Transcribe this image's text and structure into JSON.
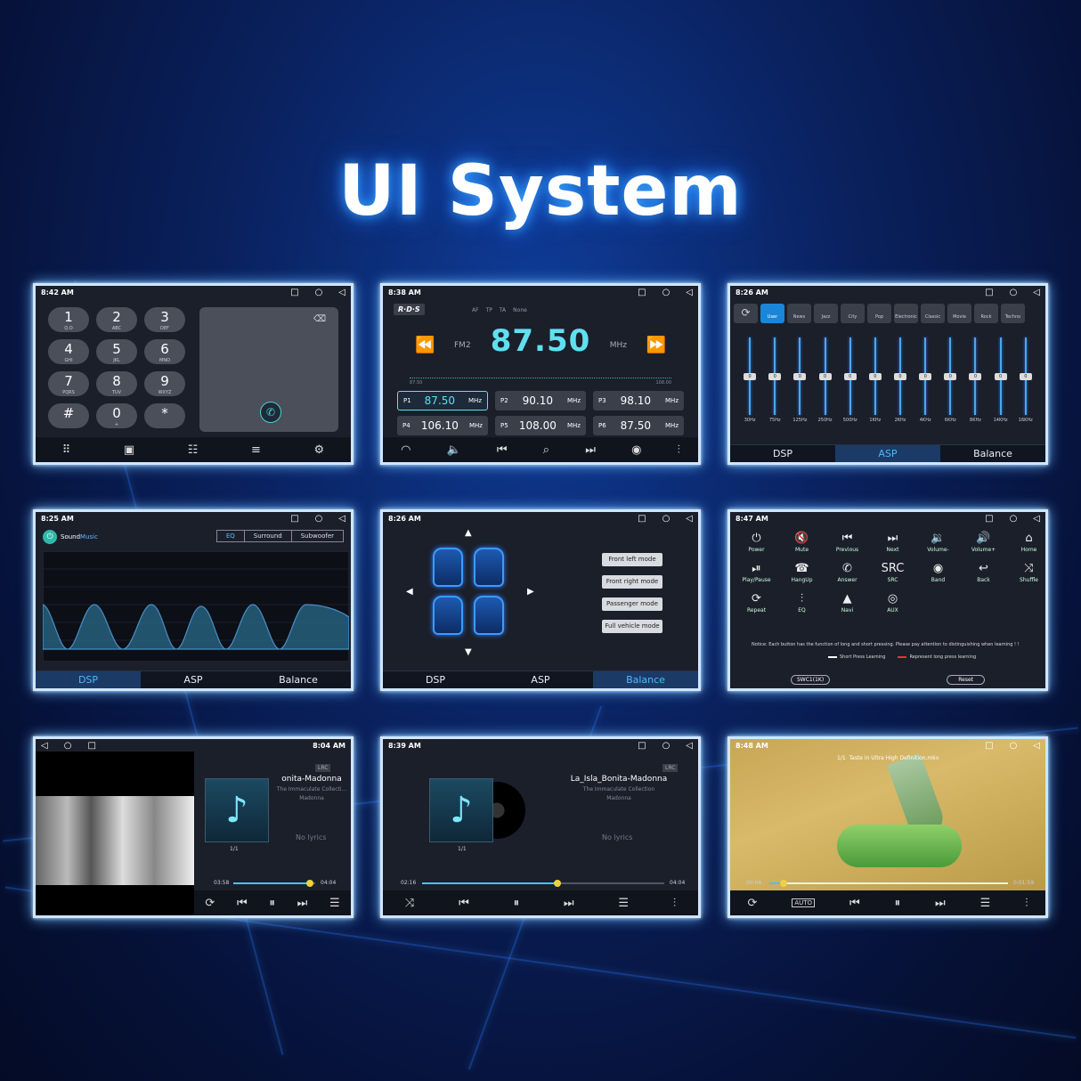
{
  "title": "UI System",
  "phone": {
    "time": "8:42 AM",
    "keys": [
      {
        "d": "1",
        "l": "Q.O"
      },
      {
        "d": "2",
        "l": "ABC"
      },
      {
        "d": "3",
        "l": "DEF"
      },
      {
        "d": "4",
        "l": "GHI"
      },
      {
        "d": "5",
        "l": "JKL"
      },
      {
        "d": "6",
        "l": "MNO"
      },
      {
        "d": "7",
        "l": "PQRS"
      },
      {
        "d": "8",
        "l": "TUV"
      },
      {
        "d": "9",
        "l": "WXYZ"
      },
      {
        "d": "#",
        "l": ""
      },
      {
        "d": "0",
        "l": "+"
      },
      {
        "d": "*",
        "l": ""
      }
    ]
  },
  "radio": {
    "time": "8:38 AM",
    "rds": "R·D·S",
    "flags": [
      "AF",
      "TP",
      "TA",
      "None"
    ],
    "band": "FM2",
    "freq": "87.50",
    "unit": "MHz",
    "dial_min": "87.50",
    "dial_max": "108.00",
    "presets": [
      {
        "p": "P1",
        "f": "87.50",
        "u": "MHz"
      },
      {
        "p": "P2",
        "f": "90.10",
        "u": "MHz"
      },
      {
        "p": "P3",
        "f": "98.10",
        "u": "MHz"
      },
      {
        "p": "P4",
        "f": "106.10",
        "u": "MHz"
      },
      {
        "p": "P5",
        "f": "108.00",
        "u": "MHz"
      },
      {
        "p": "P6",
        "f": "87.50",
        "u": "MHz"
      }
    ]
  },
  "eq": {
    "time": "8:26 AM",
    "presets": [
      "User",
      "News",
      "Jazz",
      "City",
      "Pop",
      "Electronic",
      "Classic",
      "Movie",
      "Rock",
      "Techno"
    ],
    "bands": [
      "30Hz",
      "75Hz",
      "125Hz",
      "250Hz",
      "500Hz",
      "1KHz",
      "2KHz",
      "4KHz",
      "6KHz",
      "8KHz",
      "14KHz",
      "16KHz"
    ],
    "knob": "0"
  },
  "tabs": {
    "dsp": "DSP",
    "asp": "ASP",
    "balance": "Balance"
  },
  "sound": {
    "time": "8:25 AM",
    "label_a": "Sound",
    "label_b": "Music",
    "tabs": [
      "EQ",
      "Surround",
      "Subwoofer"
    ]
  },
  "balance": {
    "time": "8:26 AM",
    "modes": [
      "Front left mode",
      "Front right mode",
      "Passenger mode",
      "Full vehicle mode"
    ]
  },
  "swc": {
    "time": "8:47 AM",
    "keys": [
      {
        "i": "⏻",
        "l": "Power"
      },
      {
        "i": "🔇",
        "l": "Mute"
      },
      {
        "i": "⏮",
        "l": "Previous"
      },
      {
        "i": "⏭",
        "l": "Next"
      },
      {
        "i": "🔉",
        "l": "Volume-"
      },
      {
        "i": "🔊",
        "l": "Volume+"
      },
      {
        "i": "⌂",
        "l": "Home"
      },
      {
        "i": "⏯",
        "l": "Play/Pause"
      },
      {
        "i": "☎",
        "l": "HangUp"
      },
      {
        "i": "✆",
        "l": "Answer"
      },
      {
        "i": "SRC",
        "l": "SRC"
      },
      {
        "i": "◉",
        "l": "Band"
      },
      {
        "i": "↩",
        "l": "Back"
      },
      {
        "i": "⤨",
        "l": "Shuffle"
      },
      {
        "i": "⟳",
        "l": "Repeat"
      },
      {
        "i": "⫶",
        "l": "EQ"
      },
      {
        "i": "▲",
        "l": "Navi"
      },
      {
        "i": "◎",
        "l": "AUX"
      }
    ],
    "notice": "Notice: Each button has the function of long and short pressing. Please pay attention to distinguishing when learning ! !",
    "short": "Short Press Learning",
    "long": "Represent long press learning",
    "swc_btn": "SWC1(1K)",
    "reset": "Reset"
  },
  "music1": {
    "time": "8:04 AM",
    "song": "onita-Madonna",
    "album": "The Immaculate Collecti...",
    "artist": "Madonna",
    "lyrics": "No lyrics",
    "count": "1/1",
    "cur": "03:58",
    "total": "04:04",
    "lrc": "LRC",
    "progress": 0.93
  },
  "music2": {
    "time": "8:39 AM",
    "song": "La_Isla_Bonita-Madonna",
    "album": "The Immaculate Collection",
    "artist": "Madonna",
    "lyrics": "No lyrics",
    "count": "1/1",
    "cur": "02:16",
    "total": "04:04",
    "lrc": "LRC",
    "progress": 0.56
  },
  "video": {
    "time": "8:48 AM",
    "file": "Taste in Ultra High Definition.mkv",
    "count": "1/1",
    "cur": "00:06",
    "total": "0:01:59",
    "progress": 0.06,
    "auto": "AUTO"
  }
}
